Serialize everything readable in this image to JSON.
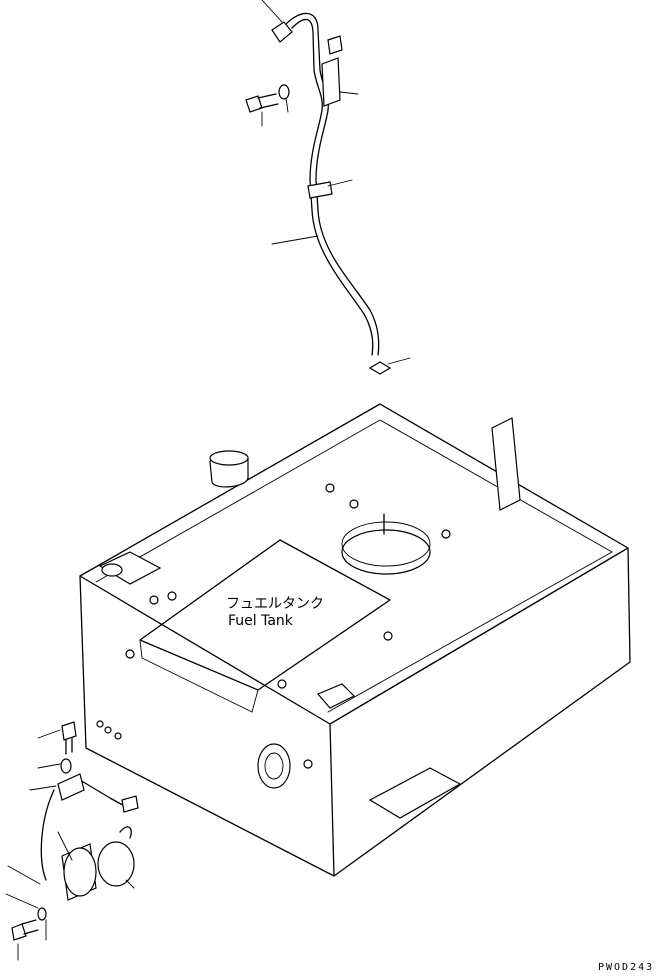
{
  "labels": {
    "fuel_tank_jp": "フュエルタンク",
    "fuel_tank_en": "Fuel Tank",
    "drawing_code": "PWOD243"
  }
}
